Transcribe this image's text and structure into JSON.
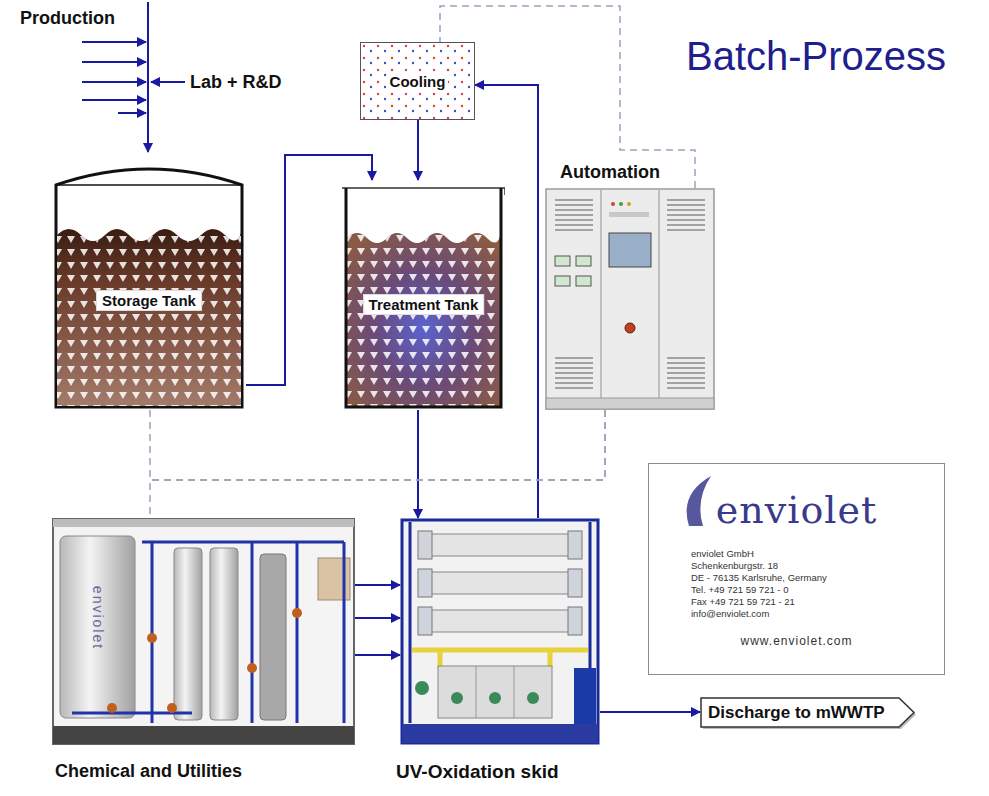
{
  "diagram": {
    "title": "Batch-Prozess",
    "nodes": [
      {
        "text": [
          "Storage Tank"
        ]
      },
      {
        "text": [
          "Cooling"
        ]
      },
      {
        "text": [
          "Treatment Tank"
        ]
      },
      {
        "text": [
          "Automation"
        ]
      },
      {
        "text": [
          "Chemical and Utilities"
        ]
      },
      {
        "text": [
          "UV-Oxidation skid"
        ]
      },
      {
        "text": [
          "enviolet",
          "enviolet GmbH",
          "Schenkenburgstr. 18",
          "DE - 76135 Karlsruhe, Germany",
          "Tel. +49 721 59 721 - 0",
          "Fax +49 721 59 721 - 21",
          "info@enviolet.com",
          "www.enviolet.com"
        ]
      },
      {
        "text": [
          "Discharge to mWWTP"
        ]
      }
    ],
    "edges": [
      {
        "from": 0,
        "to": 2,
        "arrow": "to"
      },
      {
        "from": 1,
        "to": 2,
        "arrow": "to"
      },
      {
        "from": 2,
        "to": 5,
        "arrow": "to"
      },
      {
        "from": 5,
        "to": 1,
        "arrow": "to"
      },
      {
        "from": 4,
        "to": 5,
        "arrow": "to"
      },
      {
        "from": 4,
        "to": 5,
        "arrow": "to"
      },
      {
        "from": 4,
        "to": 5,
        "arrow": "to"
      },
      {
        "from": 5,
        "to": 7,
        "arrow": "to"
      },
      {
        "from": 3,
        "to": 0,
        "arrow": "none"
      },
      {
        "from": 3,
        "to": 4,
        "arrow": "none"
      },
      {
        "from": 3,
        "to": 1,
        "arrow": "none"
      }
    ],
    "labels": [
      "Production",
      "Lab + R&D",
      "enviolet"
    ]
  }
}
